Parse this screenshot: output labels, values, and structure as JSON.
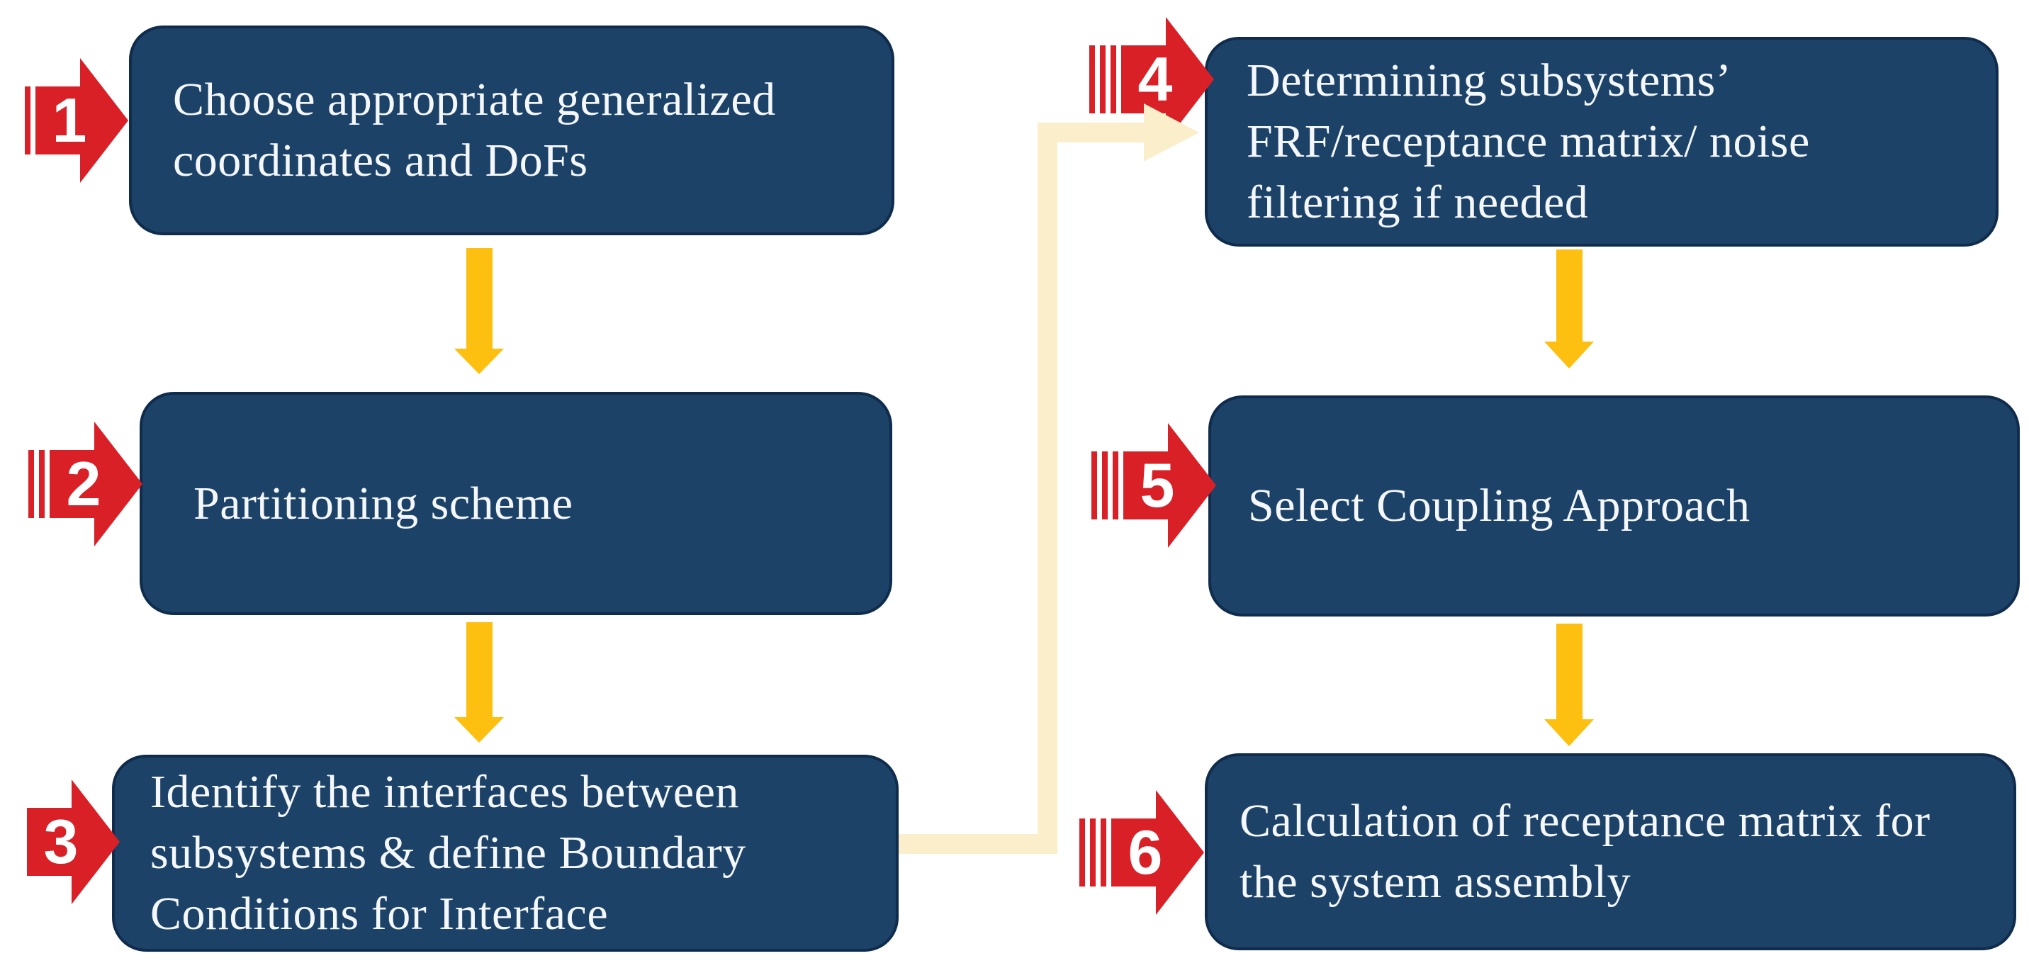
{
  "diagram": {
    "type": "flowchart",
    "colors": {
      "box_fill": "#1c4268",
      "box_border": "#0f2c4c",
      "box_text": "#f4f7fb",
      "badge_red": "#d92027",
      "arrow_gold": "#fdbf10",
      "connector_cream": "#fbeecb",
      "background": "#ffffff"
    },
    "steps": [
      {
        "number": "1",
        "lines": [
          "Choose appropriate generalized",
          "coordinates and DoFs"
        ]
      },
      {
        "number": "2",
        "lines": [
          "Partitioning scheme"
        ]
      },
      {
        "number": "3",
        "lines": [
          "Identify the interfaces between",
          "subsystems & define Boundary",
          "Conditions for Interface"
        ]
      },
      {
        "number": "4",
        "lines": [
          "Determining subsystems’",
          "FRF/receptance matrix/ noise",
          "filtering if needed"
        ]
      },
      {
        "number": "5",
        "lines": [
          "Select Coupling Approach"
        ]
      },
      {
        "number": "6",
        "lines": [
          "Calculation of receptance matrix for",
          "the system assembly"
        ]
      }
    ],
    "flows": [
      {
        "from": "1",
        "to": "2",
        "style": "gold-down-arrow"
      },
      {
        "from": "2",
        "to": "3",
        "style": "gold-down-arrow"
      },
      {
        "from": "3",
        "to": "4",
        "style": "cream-elbow-arrow"
      },
      {
        "from": "4",
        "to": "5",
        "style": "gold-down-arrow"
      },
      {
        "from": "5",
        "to": "6",
        "style": "gold-down-arrow"
      }
    ]
  }
}
